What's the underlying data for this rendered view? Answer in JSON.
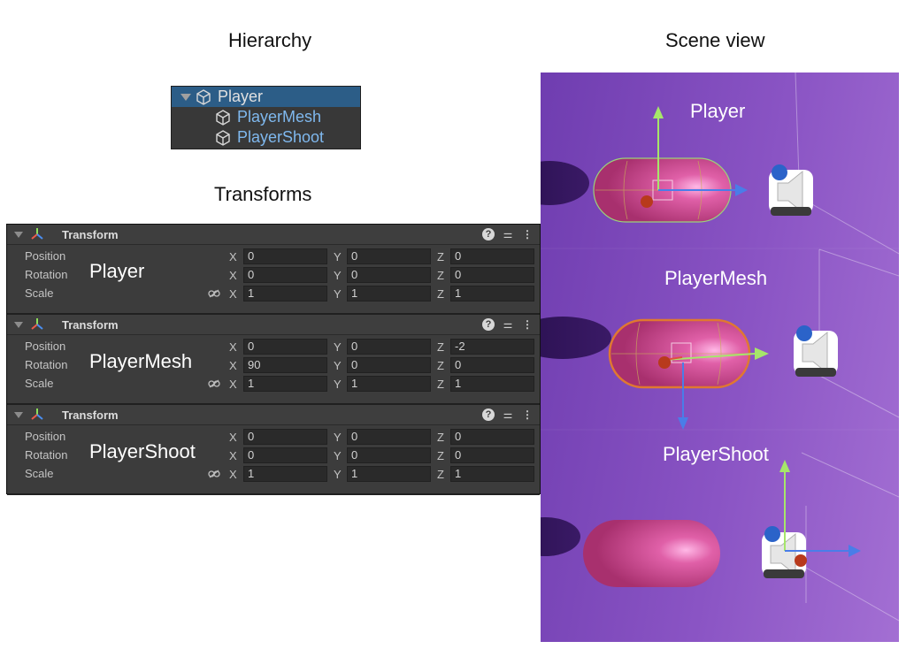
{
  "headings": {
    "hierarchy": "Hierarchy",
    "transforms": "Transforms",
    "scene_view": "Scene view"
  },
  "hierarchy": {
    "items": [
      {
        "label": "Player",
        "icon": "cube-icon",
        "selected": true
      },
      {
        "label": "PlayerMesh",
        "icon": "cube-icon"
      },
      {
        "label": "PlayerShoot",
        "icon": "cube-icon"
      }
    ]
  },
  "inspector": {
    "header_title": "Transform",
    "labels": {
      "position": "Position",
      "rotation": "Rotation",
      "scale": "Scale"
    },
    "axes": {
      "x": "X",
      "y": "Y",
      "z": "Z"
    },
    "components": [
      {
        "object_name": "Player",
        "position": {
          "x": "0",
          "y": "0",
          "z": "0"
        },
        "rotation": {
          "x": "0",
          "y": "0",
          "z": "0"
        },
        "scale": {
          "x": "1",
          "y": "1",
          "z": "1"
        }
      },
      {
        "object_name": "PlayerMesh",
        "position": {
          "x": "0",
          "y": "0",
          "z": "-2"
        },
        "rotation": {
          "x": "90",
          "y": "0",
          "z": "0"
        },
        "scale": {
          "x": "1",
          "y": "1",
          "z": "1"
        }
      },
      {
        "object_name": "PlayerShoot",
        "position": {
          "x": "0",
          "y": "0",
          "z": "0"
        },
        "rotation": {
          "x": "0",
          "y": "0",
          "z": "0"
        },
        "scale": {
          "x": "1",
          "y": "1",
          "z": "1"
        }
      }
    ]
  },
  "scene": {
    "panels": [
      {
        "label": "Player"
      },
      {
        "label": "PlayerMesh"
      },
      {
        "label": "PlayerShoot"
      }
    ],
    "colors": {
      "background": "#8a54c4",
      "capsule": "#d8569c",
      "y_axis": "#a6e66a",
      "z_axis": "#4a7de8",
      "selection": "#e07830"
    }
  }
}
